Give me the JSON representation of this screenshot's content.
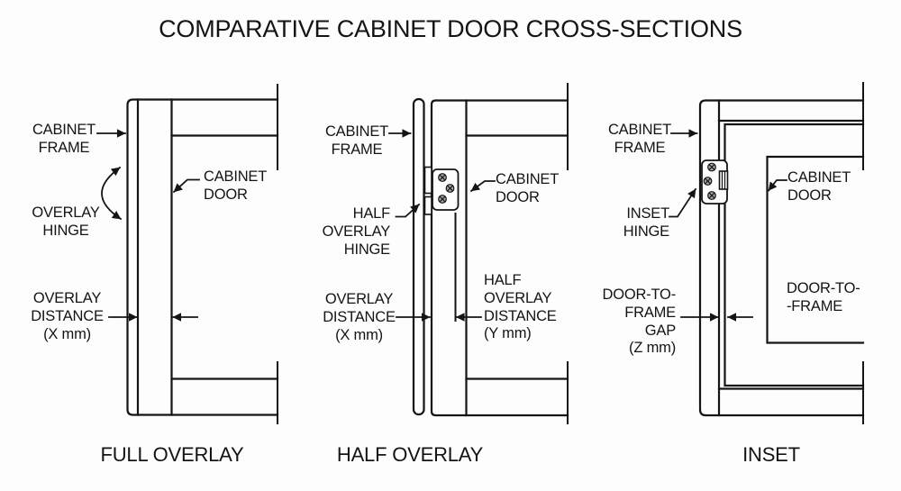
{
  "title": "COMPARATIVE CABINET DOOR CROSS-SECTIONS",
  "panels": [
    {
      "id": "full-overlay",
      "caption": "FULL OVERLAY",
      "labels": {
        "frame": "CABINET\nFRAME",
        "hinge": "OVERLAY\nHINGE",
        "door": "CABINET\nDOOR",
        "overlay_distance": "OVERLAY\nDISTANCE\n(X mm)"
      }
    },
    {
      "id": "half-overlay",
      "caption": "HALF OVERLAY",
      "labels": {
        "frame": "CABINET\nFRAME",
        "hinge": "HALF\nOVERLAY\nHINGE",
        "door": "CABINET\nDOOR",
        "overlay_distance": "OVERLAY\nDISTANCE\n(X mm)",
        "half_overlay_distance": "HALF\nOVERLAY\nDISTANCE\n(Y mm)"
      }
    },
    {
      "id": "inset",
      "caption": "INSET",
      "labels": {
        "frame": "CABINET\nFRAME",
        "hinge": "INSET\nHINGE",
        "door": "CABINET\nDOOR",
        "gap": "DOOR-TO-\nFRAME\nGAP\n(Z mm)",
        "door_to_frame": "DOOR-TO-\n-FRAME"
      }
    }
  ],
  "colors": {
    "line": "#141414",
    "background": "#fdfdfd",
    "screw_fill": "#a3a3a3"
  }
}
